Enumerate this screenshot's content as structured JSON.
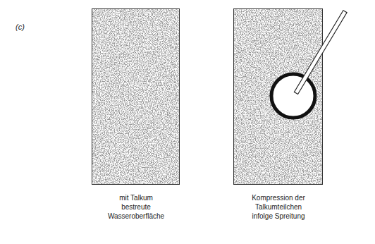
{
  "diagram": {
    "nodes": [
      {
        "text": [
          "mit Talkum bestreute Wasseroberfläche"
        ]
      },
      {
        "text": [
          "Kompression der Talkumteilchen infolge Spreitung"
        ]
      }
    ],
    "labels": [
      "(c)"
    ]
  }
}
